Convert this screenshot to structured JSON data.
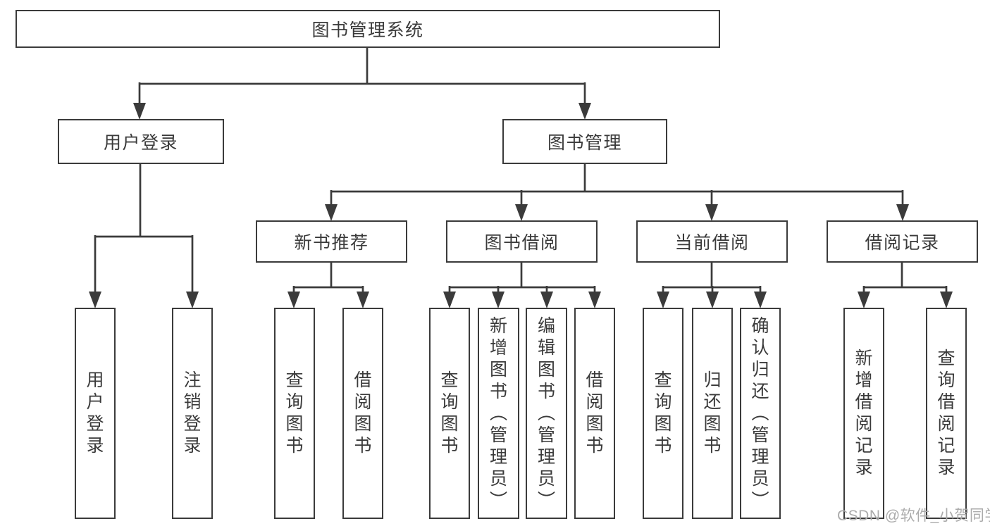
{
  "colors": {
    "line": "#3b3b3b",
    "text": "#3a3a3a",
    "watermark": "#ababab",
    "box_background": "#ffffff"
  },
  "tree": {
    "label": "图书管理系统",
    "children": [
      {
        "label": "用户登录",
        "children": [
          {
            "label": "用户登录"
          },
          {
            "label": "注销登录"
          }
        ]
      },
      {
        "label": "图书管理",
        "children": [
          {
            "label": "新书推荐",
            "children": [
              {
                "label": "查询图书"
              },
              {
                "label": "借阅图书"
              }
            ]
          },
          {
            "label": "图书借阅",
            "children": [
              {
                "label": "查询图书"
              },
              {
                "label": "新增图书（管理员）"
              },
              {
                "label": "编辑图书（管理员）"
              },
              {
                "label": "借阅图书"
              }
            ]
          },
          {
            "label": "当前借阅",
            "children": [
              {
                "label": "查询图书"
              },
              {
                "label": "归还图书"
              },
              {
                "label": "确认归还（管理员）"
              }
            ]
          },
          {
            "label": "借阅记录",
            "children": [
              {
                "label": "新增借阅记录"
              },
              {
                "label": "查询借阅记录"
              }
            ]
          }
        ]
      }
    ]
  },
  "watermark": {
    "text": "CSDN @软件_小贺同学"
  }
}
